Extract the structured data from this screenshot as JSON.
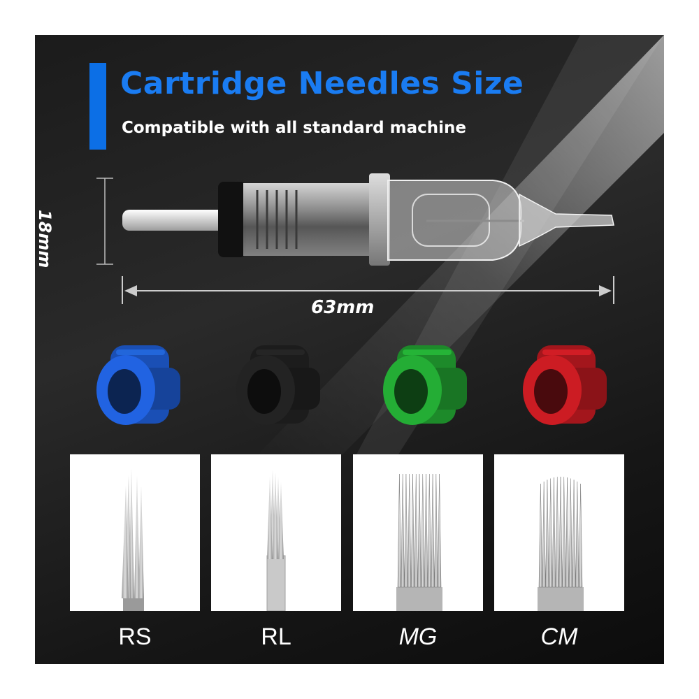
{
  "header": {
    "title": "Cartridge Needles Size",
    "subtitle": "Compatible with all standard machine"
  },
  "dimensions": {
    "diameter": "18mm",
    "length": "63mm"
  },
  "grommets": [
    {
      "color": "#1a4fb5",
      "name": "blue"
    },
    {
      "color": "#1c1c1c",
      "name": "black"
    },
    {
      "color": "#1d8a2a",
      "name": "green"
    },
    {
      "color": "#a3161c",
      "name": "red"
    }
  ],
  "needle_types": [
    {
      "label": "RS",
      "italic": false
    },
    {
      "label": "RL",
      "italic": false
    },
    {
      "label": "MG",
      "italic": true
    },
    {
      "label": "CM",
      "italic": true
    }
  ],
  "colors": {
    "accent": "#1a7cf2",
    "panel": "#1b1b1b"
  }
}
